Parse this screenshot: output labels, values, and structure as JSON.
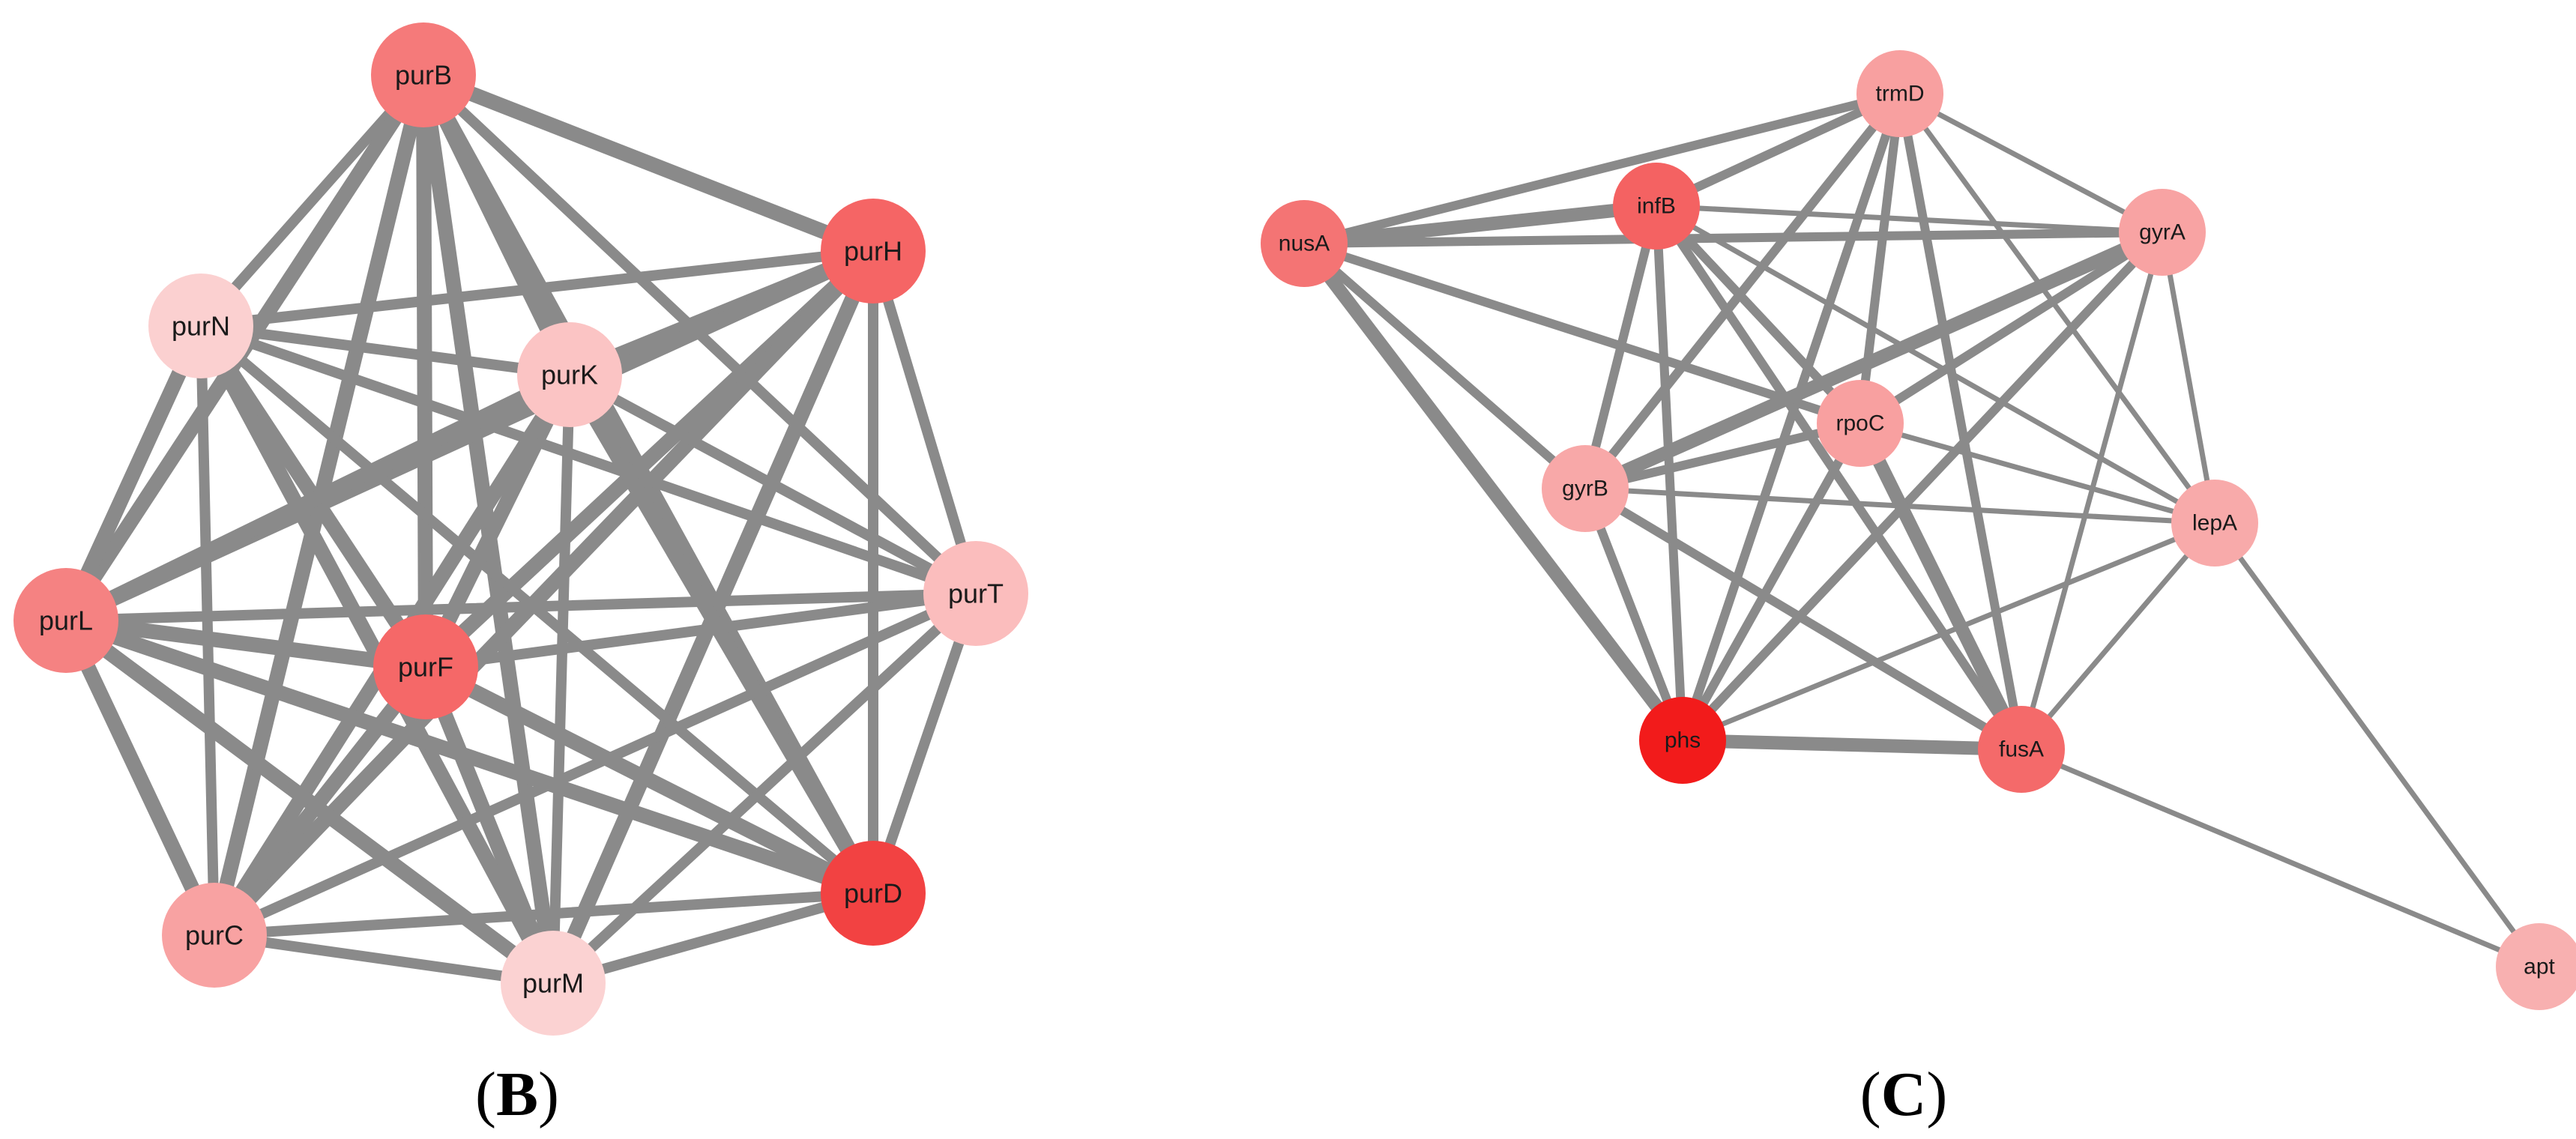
{
  "panels": [
    {
      "id": "B",
      "label_open": "(",
      "label_letter": "B",
      "label_close": ")",
      "nodes": [
        {
          "id": "purB",
          "label": "purB",
          "color": "#f57a7a"
        },
        {
          "id": "purH",
          "label": "purH",
          "color": "#f56565"
        },
        {
          "id": "purN",
          "label": "purN",
          "color": "#fbd0d0"
        },
        {
          "id": "purK",
          "label": "purK",
          "color": "#fbc4c4"
        },
        {
          "id": "purT",
          "label": "purT",
          "color": "#fbbdbd"
        },
        {
          "id": "purL",
          "label": "purL",
          "color": "#f58282"
        },
        {
          "id": "purF",
          "label": "purF",
          "color": "#f56868"
        },
        {
          "id": "purC",
          "label": "purC",
          "color": "#f8a2a2"
        },
        {
          "id": "purM",
          "label": "purM",
          "color": "#fbd2d2"
        },
        {
          "id": "purD",
          "label": "purD",
          "color": "#f24242"
        }
      ],
      "edges": [
        [
          "purB",
          "purH",
          3
        ],
        [
          "purB",
          "purN",
          2
        ],
        [
          "purB",
          "purK",
          3
        ],
        [
          "purB",
          "purL",
          3
        ],
        [
          "purB",
          "purF",
          3
        ],
        [
          "purB",
          "purC",
          3
        ],
        [
          "purB",
          "purM",
          3
        ],
        [
          "purB",
          "purD",
          3
        ],
        [
          "purB",
          "purT",
          2
        ],
        [
          "purH",
          "purN",
          2
        ],
        [
          "purH",
          "purK",
          3
        ],
        [
          "purH",
          "purL",
          3
        ],
        [
          "purH",
          "purF",
          3
        ],
        [
          "purH",
          "purC",
          3
        ],
        [
          "purH",
          "purM",
          3
        ],
        [
          "purH",
          "purD",
          2
        ],
        [
          "purH",
          "purT",
          2
        ],
        [
          "purN",
          "purK",
          2
        ],
        [
          "purN",
          "purT",
          2
        ],
        [
          "purN",
          "purL",
          3
        ],
        [
          "purN",
          "purF",
          3
        ],
        [
          "purN",
          "purC",
          2
        ],
        [
          "purN",
          "purM",
          3
        ],
        [
          "purN",
          "purD",
          2
        ],
        [
          "purK",
          "purT",
          2
        ],
        [
          "purK",
          "purL",
          3
        ],
        [
          "purK",
          "purF",
          3
        ],
        [
          "purK",
          "purC",
          3
        ],
        [
          "purK",
          "purM",
          2
        ],
        [
          "purK",
          "purD",
          3
        ],
        [
          "purT",
          "purL",
          2
        ],
        [
          "purT",
          "purF",
          2
        ],
        [
          "purT",
          "purC",
          2
        ],
        [
          "purT",
          "purM",
          2
        ],
        [
          "purT",
          "purD",
          2
        ],
        [
          "purL",
          "purF",
          3
        ],
        [
          "purL",
          "purC",
          3
        ],
        [
          "purL",
          "purM",
          3
        ],
        [
          "purL",
          "purD",
          3
        ],
        [
          "purF",
          "purC",
          3
        ],
        [
          "purF",
          "purM",
          3
        ],
        [
          "purF",
          "purD",
          3
        ],
        [
          "purC",
          "purM",
          2
        ],
        [
          "purC",
          "purD",
          2
        ],
        [
          "purM",
          "purD",
          2
        ]
      ]
    },
    {
      "id": "C",
      "label_open": "(",
      "label_letter": "C",
      "label_close": ")",
      "nodes": [
        {
          "id": "trmD",
          "label": "trmD",
          "color": "#f8a0a0"
        },
        {
          "id": "nusA",
          "label": "nusA",
          "color": "#f47474"
        },
        {
          "id": "infB",
          "label": "infB",
          "color": "#f46262"
        },
        {
          "id": "gyrA",
          "label": "gyrA",
          "color": "#f8a3a3"
        },
        {
          "id": "rpoC",
          "label": "rpoC",
          "color": "#f8a0a0"
        },
        {
          "id": "gyrB",
          "label": "gyrB",
          "color": "#f8a8a8"
        },
        {
          "id": "lepA",
          "label": "lepA",
          "color": "#f8aaaa"
        },
        {
          "id": "phs",
          "label": "phs",
          "color": "#f21b1b"
        },
        {
          "id": "fusA",
          "label": "fusA",
          "color": "#f46a6a"
        },
        {
          "id": "apt",
          "label": "apt",
          "color": "#f8b0b0"
        }
      ],
      "edges": [
        [
          "nusA",
          "trmD",
          2
        ],
        [
          "nusA",
          "infB",
          3
        ],
        [
          "nusA",
          "gyrA",
          2
        ],
        [
          "nusA",
          "rpoC",
          2
        ],
        [
          "nusA",
          "gyrB",
          2
        ],
        [
          "nusA",
          "phs",
          3
        ],
        [
          "infB",
          "trmD",
          2
        ],
        [
          "infB",
          "gyrA",
          1
        ],
        [
          "infB",
          "rpoC",
          2
        ],
        [
          "infB",
          "gyrB",
          2
        ],
        [
          "infB",
          "lepA",
          1
        ],
        [
          "infB",
          "phs",
          2
        ],
        [
          "infB",
          "fusA",
          2
        ],
        [
          "trmD",
          "gyrA",
          1
        ],
        [
          "trmD",
          "rpoC",
          2
        ],
        [
          "trmD",
          "gyrB",
          2
        ],
        [
          "trmD",
          "lepA",
          1
        ],
        [
          "trmD",
          "phs",
          2
        ],
        [
          "trmD",
          "fusA",
          2
        ],
        [
          "gyrA",
          "rpoC",
          2
        ],
        [
          "gyrA",
          "gyrB",
          3
        ],
        [
          "gyrA",
          "lepA",
          1
        ],
        [
          "gyrA",
          "phs",
          2
        ],
        [
          "gyrA",
          "fusA",
          1
        ],
        [
          "rpoC",
          "gyrB",
          2
        ],
        [
          "rpoC",
          "lepA",
          1
        ],
        [
          "rpoC",
          "phs",
          2
        ],
        [
          "rpoC",
          "fusA",
          3
        ],
        [
          "gyrB",
          "lepA",
          1
        ],
        [
          "gyrB",
          "phs",
          2
        ],
        [
          "gyrB",
          "fusA",
          2
        ],
        [
          "lepA",
          "phs",
          1
        ],
        [
          "lepA",
          "fusA",
          1
        ],
        [
          "lepA",
          "apt",
          1
        ],
        [
          "phs",
          "fusA",
          3
        ],
        [
          "fusA",
          "apt",
          1
        ]
      ]
    }
  ]
}
